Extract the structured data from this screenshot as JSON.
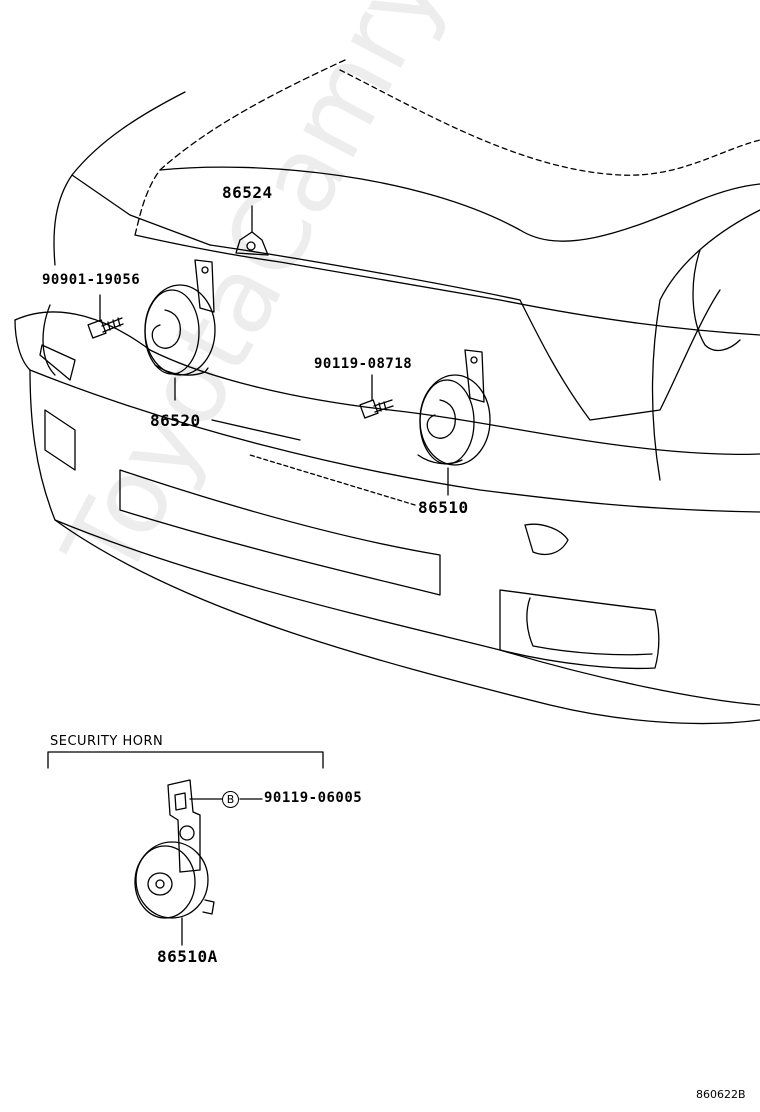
{
  "watermark": "ToyotaCamry.ru",
  "labels": {
    "p86524": "86524",
    "p90901": "90901-19056",
    "p86520": "86520",
    "p90119a": "90119-08718",
    "p86510": "86510",
    "p90119b": "90119-06005",
    "p86510A": "86510A"
  },
  "section_title": "SECURITY HORN",
  "circled_mark": "B",
  "diagram_code": "860622B"
}
